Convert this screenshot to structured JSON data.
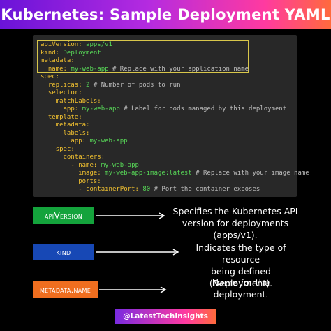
{
  "header": {
    "title": "Kubernetes: Sample Deployment YAML"
  },
  "code_lines": [
    {
      "indent": "",
      "key": "apiVersion: ",
      "value": "apps/v1",
      "comment": ""
    },
    {
      "indent": "",
      "key": "kind: ",
      "value": "Deployment",
      "comment": ""
    },
    {
      "indent": "",
      "key": "metadata:",
      "value": "",
      "comment": ""
    },
    {
      "indent": "  ",
      "key": "name: ",
      "value": "my-web-app",
      "comment": " # Replace with your application name"
    },
    {
      "indent": "",
      "key": "spec:",
      "value": "",
      "comment": ""
    },
    {
      "indent": "  ",
      "key": "replicas: ",
      "value": "2",
      "comment": " # Number of pods to run"
    },
    {
      "indent": "  ",
      "key": "selector:",
      "value": "",
      "comment": ""
    },
    {
      "indent": "    ",
      "key": "matchLabels:",
      "value": "",
      "comment": ""
    },
    {
      "indent": "      ",
      "key": "app: ",
      "value": "my-web-app",
      "comment": " # Label for pods managed by this deployment"
    },
    {
      "indent": "  ",
      "key": "template:",
      "value": "",
      "comment": ""
    },
    {
      "indent": "    ",
      "key": "metadata:",
      "value": "",
      "comment": ""
    },
    {
      "indent": "      ",
      "key": "labels:",
      "value": "",
      "comment": ""
    },
    {
      "indent": "        ",
      "key": "app: ",
      "value": "my-web-app",
      "comment": ""
    },
    {
      "indent": "    ",
      "key": "spec:",
      "value": "",
      "comment": ""
    },
    {
      "indent": "      ",
      "key": "containers:",
      "value": "",
      "comment": ""
    },
    {
      "indent": "        ",
      "key": "- name: ",
      "value": "my-web-app",
      "comment": ""
    },
    {
      "indent": "          ",
      "key": "image: ",
      "value": "my-web-app-image:latest",
      "comment": " # Replace with your image name"
    },
    {
      "indent": "          ",
      "key": "ports:",
      "value": "",
      "comment": ""
    },
    {
      "indent": "          ",
      "key": "- containerPort: ",
      "value": "80",
      "comment": " # Port the container exposes"
    }
  ],
  "legend": {
    "api": {
      "label": "apiVersion",
      "desc1": "Specifies the Kubernetes API",
      "desc2": "version for deployments (apps/v1)."
    },
    "kind": {
      "label": "kind",
      "desc1": "Indicates the type of resource",
      "desc2": "being defined (Deployment)."
    },
    "meta": {
      "label": "metadata.name",
      "desc1": "Name for the",
      "desc2": "deployment."
    }
  },
  "footer": {
    "handle": "@LatestTechInsights"
  },
  "colors": {
    "key": "#f0c030",
    "value": "#57d657",
    "comment": "#bdbdbd",
    "highlight_border": "#d8c64a",
    "api_label": "#14a33c",
    "kind_label": "#1748b5",
    "meta_label": "#ef6e1f"
  }
}
